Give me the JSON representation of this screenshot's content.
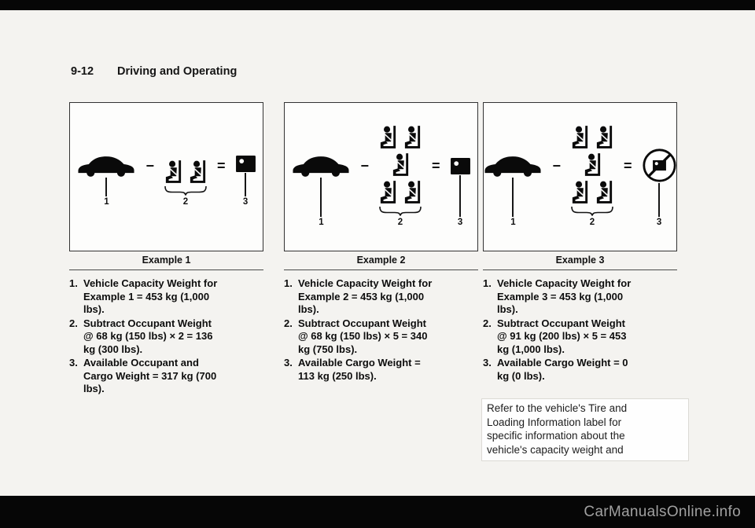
{
  "page_header": {
    "section_number": "9-12",
    "section_title": "Driving and Operating"
  },
  "operators": {
    "minus": "−",
    "equals": "="
  },
  "examples": [
    {
      "caption": "Example 1",
      "occupant_count": 2,
      "cargo_symbol": "cargo-box",
      "item_labels": {
        "vehicle": "1",
        "occupants": "2",
        "cargo": "3"
      },
      "steps": [
        {
          "num": "1.",
          "text": "Vehicle Capacity Weight for Example 1 = 453 kg (1,000 lbs)."
        },
        {
          "num": "2.",
          "text": "Subtract Occupant Weight @ 68 kg (150 lbs) × 2 = 136 kg (300 lbs)."
        },
        {
          "num": "3.",
          "text": "Available Occupant and Cargo Weight = 317 kg (700 lbs)."
        }
      ]
    },
    {
      "caption": "Example 2",
      "occupant_count": 5,
      "cargo_symbol": "cargo-box",
      "item_labels": {
        "vehicle": "1",
        "occupants": "2",
        "cargo": "3"
      },
      "steps": [
        {
          "num": "1.",
          "text": "Vehicle Capacity Weight for Example 2 = 453 kg (1,000 lbs)."
        },
        {
          "num": "2.",
          "text": "Subtract Occupant Weight @ 68 kg (150 lbs) × 5 = 340 kg (750 lbs)."
        },
        {
          "num": "3.",
          "text": "Available Cargo Weight = 113 kg (250 lbs)."
        }
      ]
    },
    {
      "caption": "Example 3",
      "occupant_count": 5,
      "cargo_symbol": "no-cargo",
      "item_labels": {
        "vehicle": "1",
        "occupants": "2",
        "cargo": "3"
      },
      "steps": [
        {
          "num": "1.",
          "text": "Vehicle Capacity Weight for Example 3 = 453 kg (1,000 lbs)."
        },
        {
          "num": "2.",
          "text": "Subtract Occupant Weight @ 91 kg (200 lbs) × 5 = 453 kg (1,000 lbs)."
        },
        {
          "num": "3.",
          "text": "Available Cargo Weight = 0 kg (0 lbs)."
        }
      ]
    }
  ],
  "note_text": "Refer to the vehicle's Tire and Loading Information label for specific information about the vehicle's capacity weight and",
  "watermark": "CarManualsOnline.info"
}
